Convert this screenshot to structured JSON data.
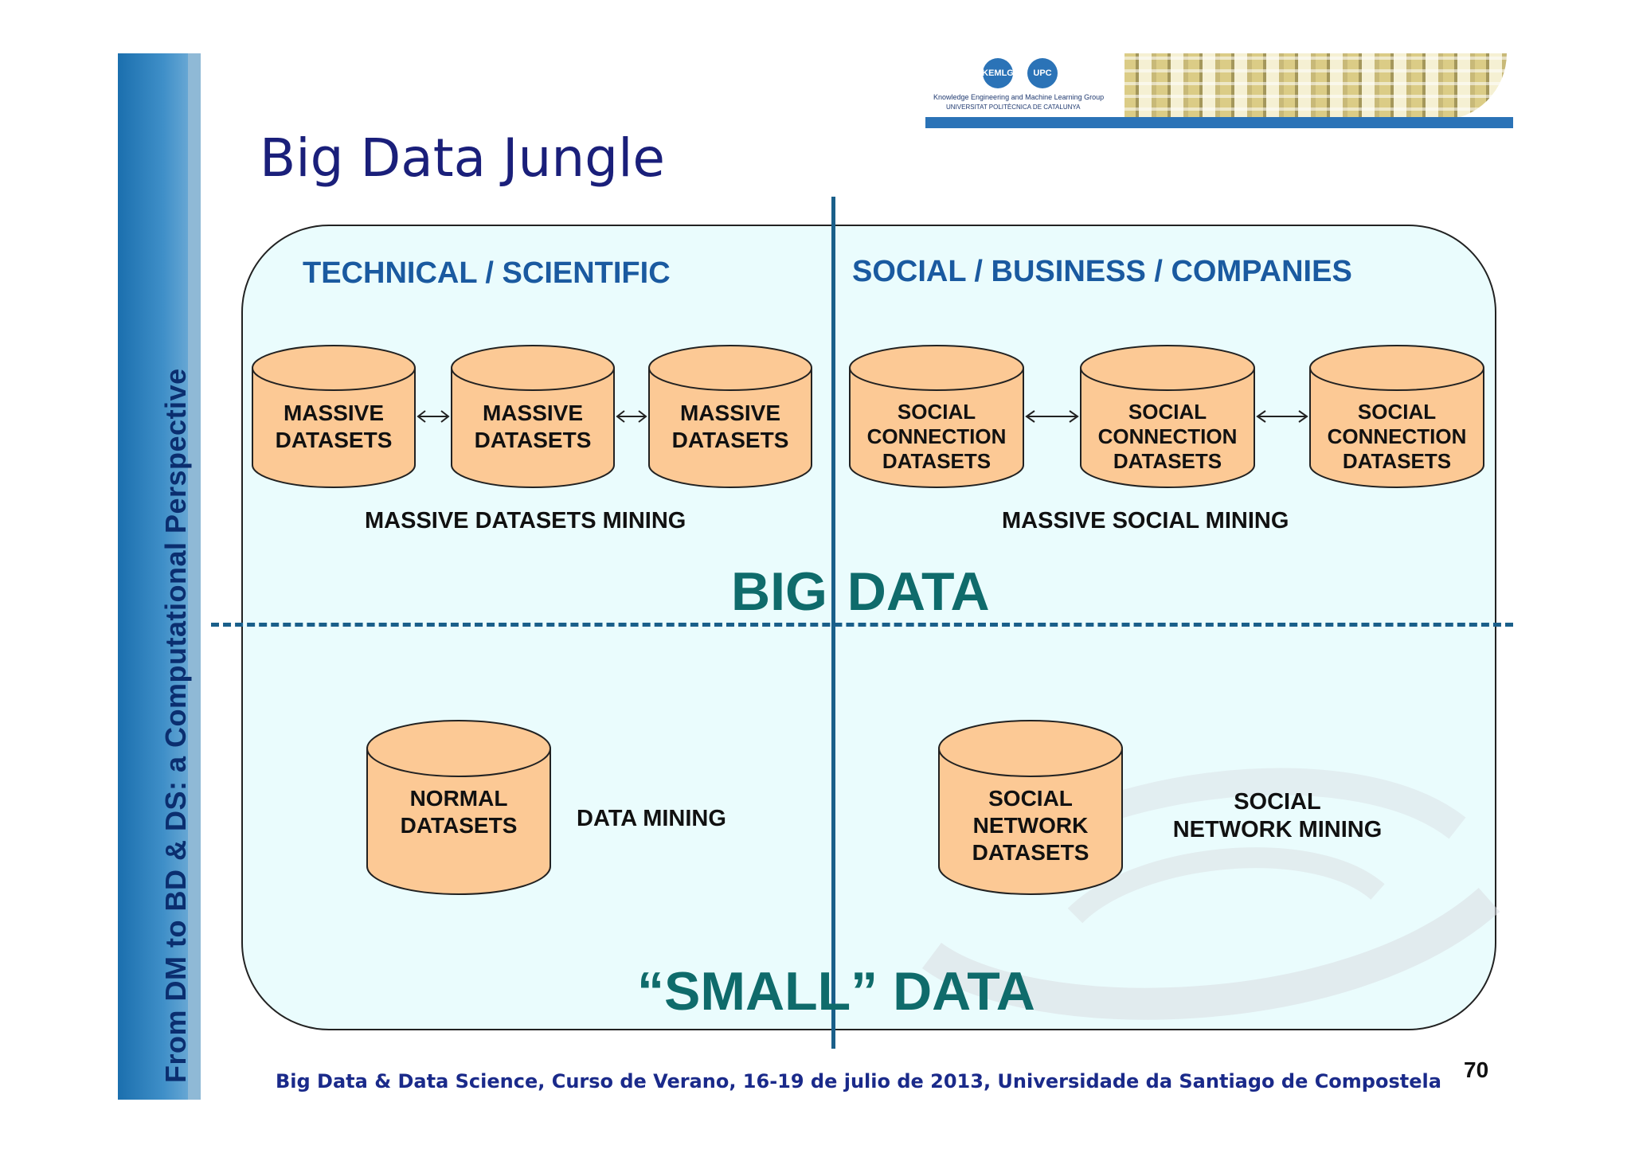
{
  "sidebar": {
    "text": "From DM to BD & DS: a Computational Perspective"
  },
  "title": "Big Data Jungle",
  "logo": {
    "line1": "Knowledge Engineering and Machine Learning Group",
    "line2": "UNIVERSITAT POLITÈCNICA DE CATALUNYA",
    "badge1": "KEMLG",
    "badge2": "UPC"
  },
  "sections": {
    "left": "TECHNICAL / SCIENTIFIC",
    "right": "SOCIAL / BUSINESS / COMPANIES"
  },
  "big": {
    "cyl1": [
      "MASSIVE",
      "DATASETS"
    ],
    "cyl2": [
      "MASSIVE",
      "DATASETS"
    ],
    "cyl3": [
      "MASSIVE",
      "DATASETS"
    ],
    "cyl4": [
      "SOCIAL",
      "CONNECTION",
      "DATASETS"
    ],
    "cyl5": [
      "SOCIAL",
      "CONNECTION",
      "DATASETS"
    ],
    "cyl6": [
      "SOCIAL",
      "CONNECTION",
      "DATASETS"
    ],
    "left_caption": "MASSIVE DATASETS  MINING",
    "right_caption": "MASSIVE SOCIAL  MINING",
    "label": "BIG  DATA"
  },
  "small": {
    "cyl_left": [
      "NORMAL",
      "DATASETS"
    ],
    "cyl_right": [
      "SOCIAL",
      "NETWORK",
      "DATASETS"
    ],
    "left_caption": "DATA MINING",
    "right_caption": [
      "SOCIAL",
      "NETWORK MINING"
    ],
    "label": "“SMALL” DATA"
  },
  "footer": "Big Data & Data Science, Curso de Verano, 16-19 de julio de 2013, Universidade da Santiago de Compostela",
  "page_number": "70",
  "colors": {
    "cylinder_fill": "#fcc995",
    "panel_fill": "#eafcfd",
    "accent_blue": "#1a5aa0",
    "big_text": "#0f6b6b",
    "divider": "#1a5f8a"
  }
}
